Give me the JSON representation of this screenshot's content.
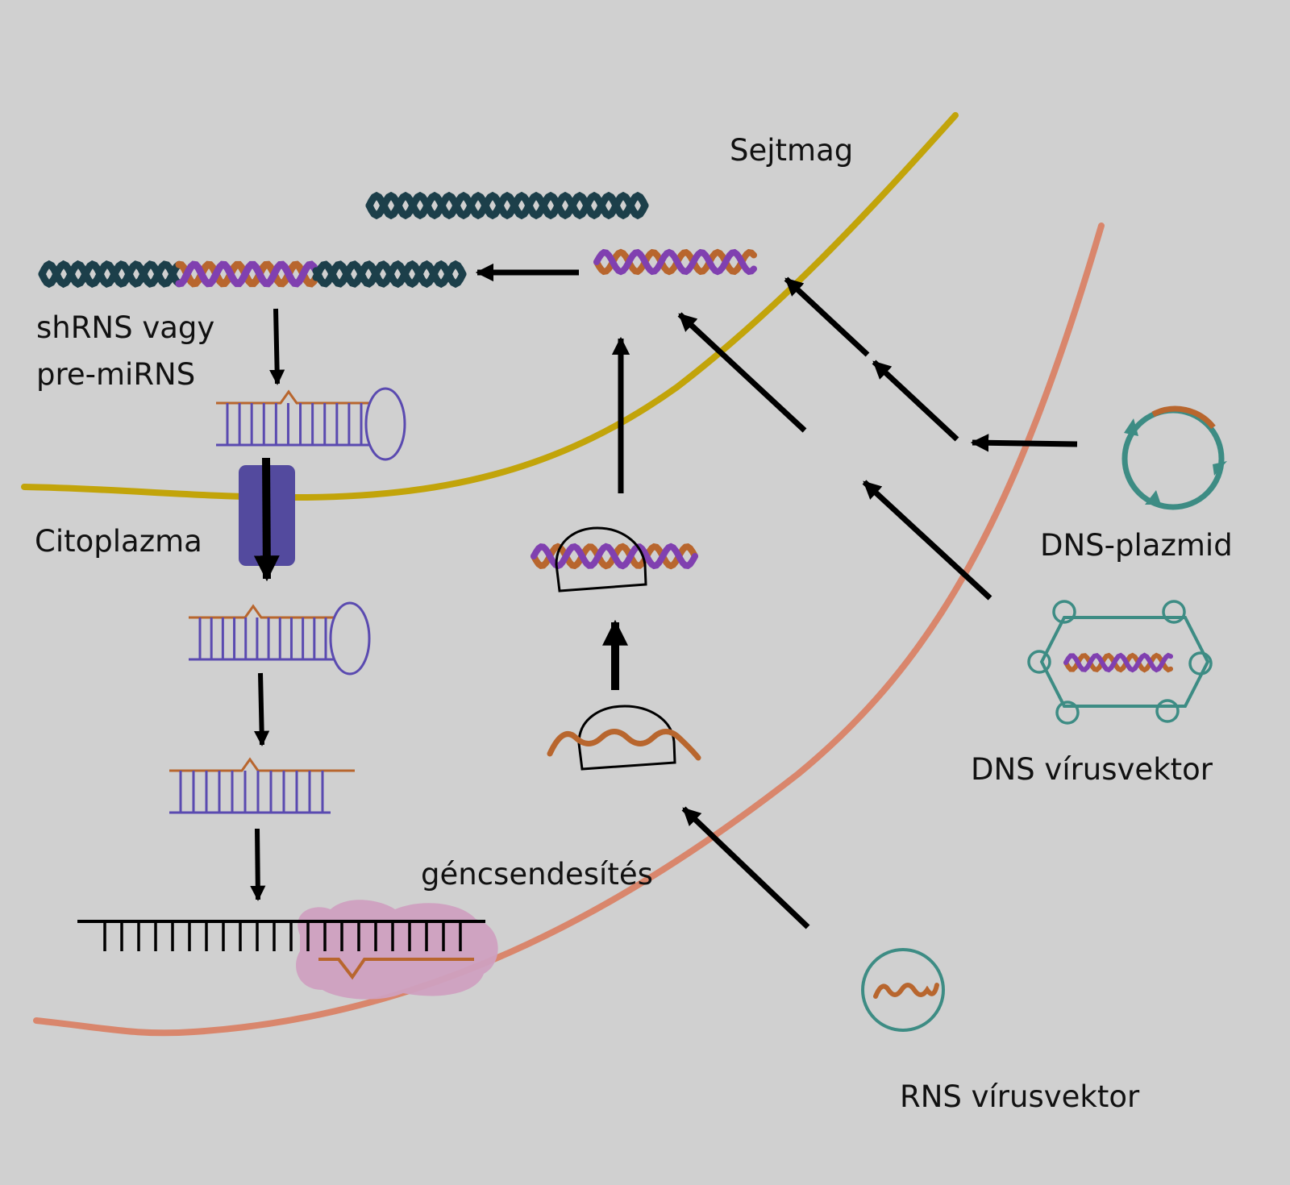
{
  "labels": {
    "nucleus": "Sejtmag",
    "shrna_line1": "shRNS vagy",
    "shrna_line2": "pre-miRNS",
    "cytoplasm": "Citoplazma",
    "plasmid": "DNS-plazmid",
    "dna_vector": "DNS vírusvektor",
    "rna_vector": "RNS vírusvektor",
    "silencing": "géncsendesítés"
  },
  "colors": {
    "background": "#d0d0d0",
    "nuclear_membrane": "#c2a40a",
    "cell_membrane": "#d9866c",
    "dna_dark": "#1c3f4a",
    "insert_orange": "#b8662e",
    "insert_purple": "#8040b0",
    "hairpin_purple": "#5a4ab0",
    "pore_blue": "#534a9e",
    "vector_teal": "#3d8c84",
    "risc_pink": "#cfa0c0",
    "arrow": "#000000"
  }
}
